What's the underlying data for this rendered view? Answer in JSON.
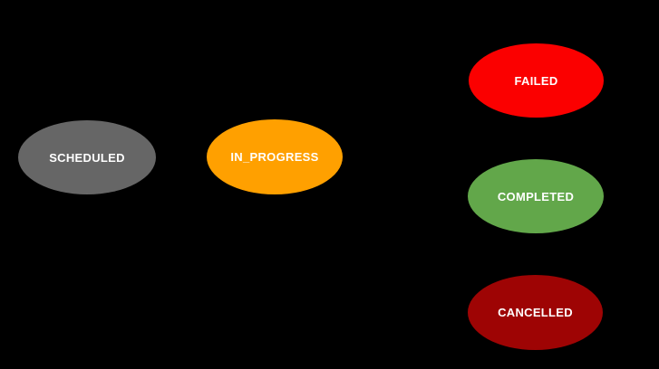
{
  "diagram": {
    "background": "#000000",
    "label_text_color": "#ffffff",
    "nodes": [
      {
        "id": "scheduled",
        "label": "SCHEDULED",
        "fill": "#666666"
      },
      {
        "id": "in_progress",
        "label": "IN_PROGRESS",
        "fill": "#FFA000"
      },
      {
        "id": "failed",
        "label": "FAILED",
        "fill": "#FB0000"
      },
      {
        "id": "completed",
        "label": "COMPLETED",
        "fill": "#62A74A"
      },
      {
        "id": "cancelled",
        "label": "CANCELLED",
        "fill": "#9E0404"
      }
    ]
  }
}
